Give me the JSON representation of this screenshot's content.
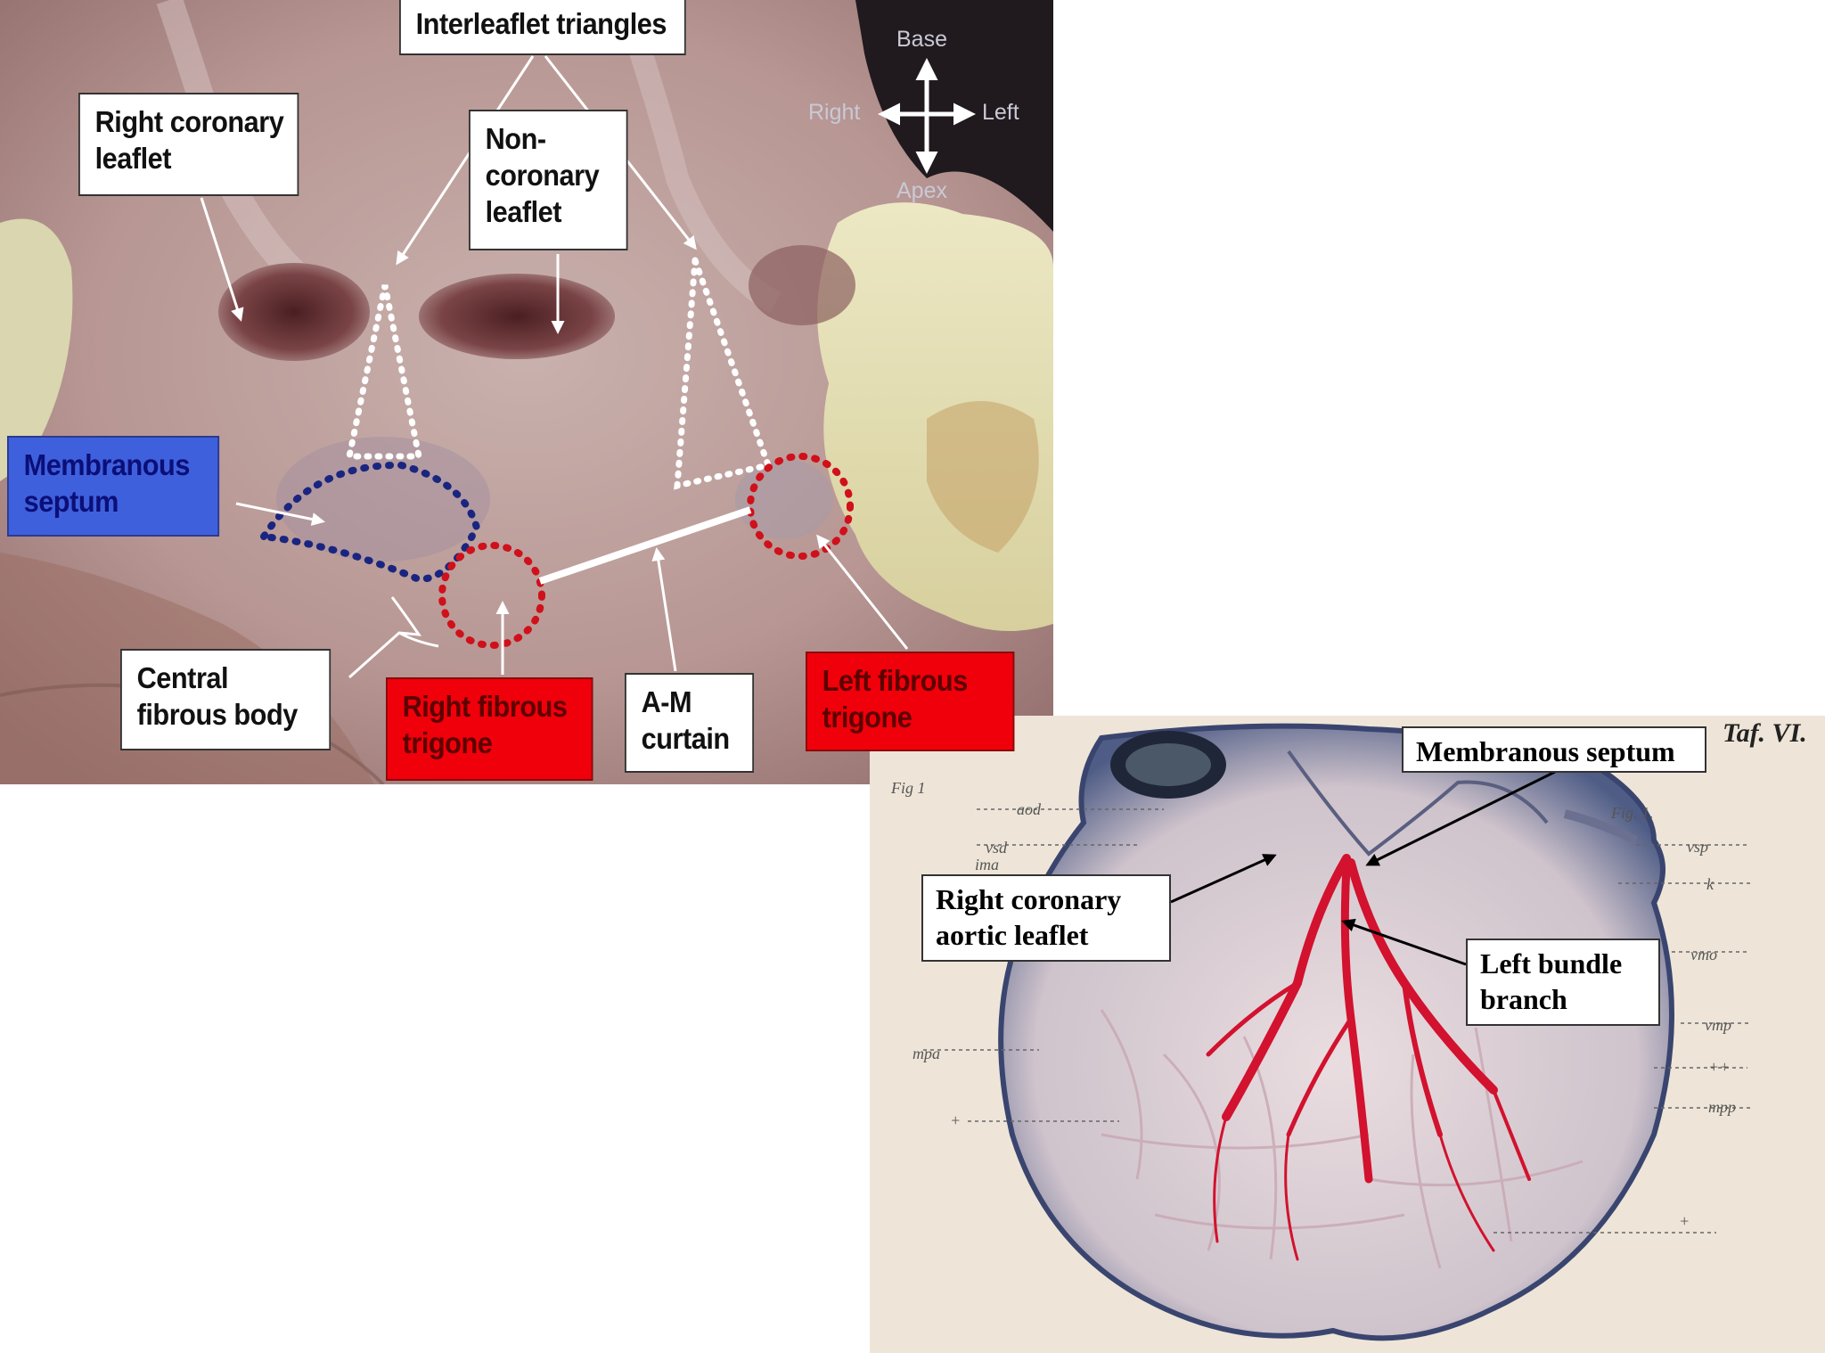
{
  "photo_labels": {
    "interleaflet": "Interleaflet triangles",
    "right_coronary": [
      "Right coronary",
      "leaflet"
    ],
    "non_coronary": [
      "Non-",
      "coronary",
      "leaflet"
    ],
    "membranous": [
      "Membranous",
      "septum"
    ],
    "central": [
      "Central",
      "fibrous body"
    ],
    "right_trigone": [
      "Right fibrous",
      "trigone"
    ],
    "am_curtain": [
      "A-M",
      "curtain"
    ],
    "left_trigone": [
      "Left fibrous",
      "trigone"
    ]
  },
  "orientation": {
    "base": "Base",
    "apex": "Apex",
    "right": "Right",
    "left": "Left"
  },
  "illustration": {
    "plate": "Taf. VI.",
    "fig_top_left": "Fig 1",
    "fig_top_right": "Fig. 1.",
    "membranous": "Membranous septum",
    "right_coronary_aortic": [
      "Right coronary",
      "aortic leaflet"
    ],
    "left_bundle": [
      "Left bundle",
      "branch"
    ],
    "side_labels": [
      "aod",
      "vsd",
      "ima",
      "vsp",
      "k",
      "vmo",
      "vmp",
      "++",
      "mpp",
      "+",
      "mpa",
      "+"
    ]
  },
  "colors": {
    "red_label": "#f0000a",
    "blue_label": "#3f60dd",
    "bundle_red": "#d2122e"
  }
}
